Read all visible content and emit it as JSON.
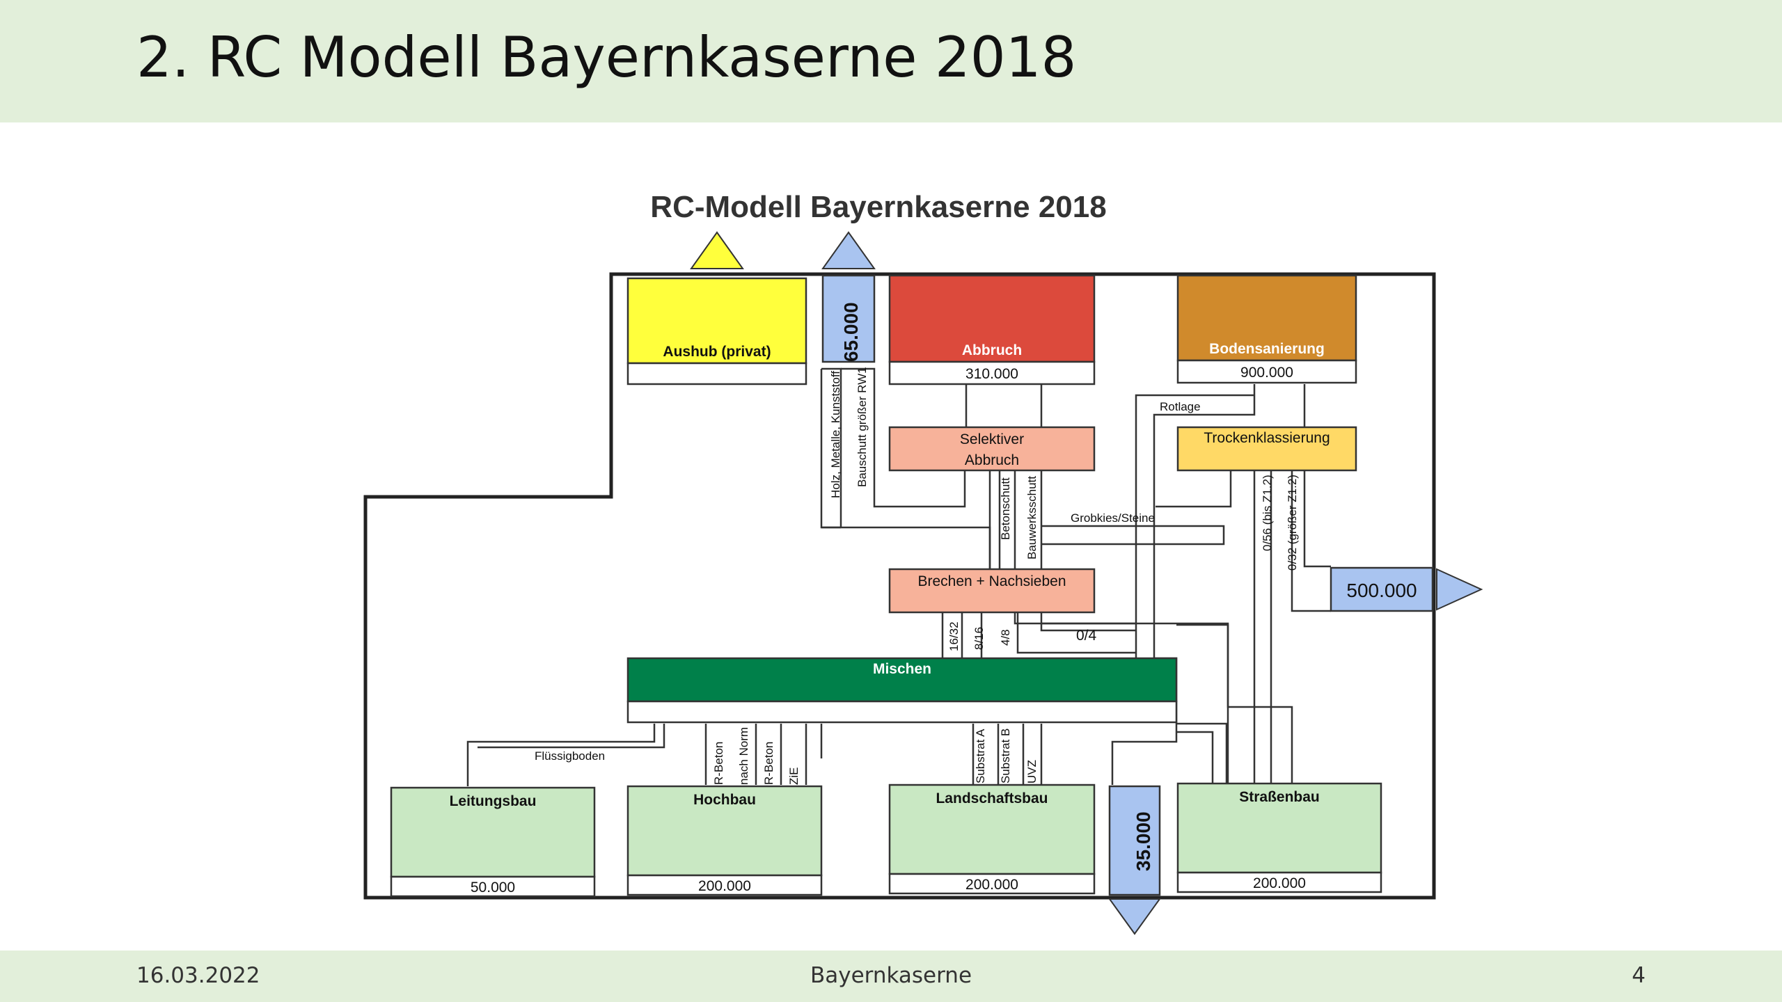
{
  "slide": {
    "title": "2. RC Modell Bayernkaserne 2018",
    "footer_date": "16.03.2022",
    "footer_center": "Bayernkaserne",
    "footer_page": "4"
  },
  "diagram": {
    "title": "RC-Modell Bayernkaserne 2018",
    "sources": {
      "aushub": {
        "label": "Aushub (privat)",
        "value": ""
      },
      "abbruch": {
        "label": "Abbruch",
        "value": "310.000"
      },
      "bodensanierung": {
        "label": "Bodensanierung",
        "value": "900.000"
      }
    },
    "outputs": {
      "export_top": "65.000",
      "export_right": "500.000",
      "export_bottom": "35.000"
    },
    "processes": {
      "selektiver_abbruch_line1": "Selektiver",
      "selektiver_abbruch_line2": "Abbruch",
      "trockenklassierung": "Trockenklassierung",
      "brechen": "Brechen + Nachsieben",
      "mischen": "Mischen"
    },
    "flow_labels": {
      "holz": "Holz, Metalle, Kunststoff",
      "bauschutt_rw1": "Bauschutt größer RW1",
      "betonschutt": "Betonschutt",
      "bauwerksschutt": "Bauwerksschutt",
      "rotlage": "Rotlage",
      "grobkies": "Grobkies/Steine",
      "f056": "0/56 (bis Z1.2)",
      "f032": "0/32 (größer Z1.2)",
      "g1632": "16/32",
      "g816": "8/16",
      "g48": "4/8",
      "g04": "0/4",
      "fluessigboden": "Flüssigboden",
      "rbeton1": "R-Beton",
      "nachnorm": "nach Norm",
      "rbeton2": "R-Beton",
      "zie": "ZiE",
      "substrat_a": "Substrat A",
      "substrat_b": "Substrat B",
      "uvz": "UVZ"
    },
    "destinations": {
      "leitungsbau": {
        "label": "Leitungsbau",
        "value": "50.000"
      },
      "hochbau": {
        "label": "Hochbau",
        "value": "200.000"
      },
      "landschaftsbau": {
        "label": "Landschaftsbau",
        "value": "200.000"
      },
      "strassenbau": {
        "label": "Straßenbau",
        "value": "200.000"
      }
    },
    "colors": {
      "aushub": "#ffff3c",
      "abbruch": "#dc4a3c",
      "bodensanierung": "#d08a2c",
      "process": "#f7b29a",
      "trocken": "#ffd966",
      "mischen": "#00804a",
      "destination": "#c9e8c3",
      "export": "#a9c4f0"
    }
  }
}
